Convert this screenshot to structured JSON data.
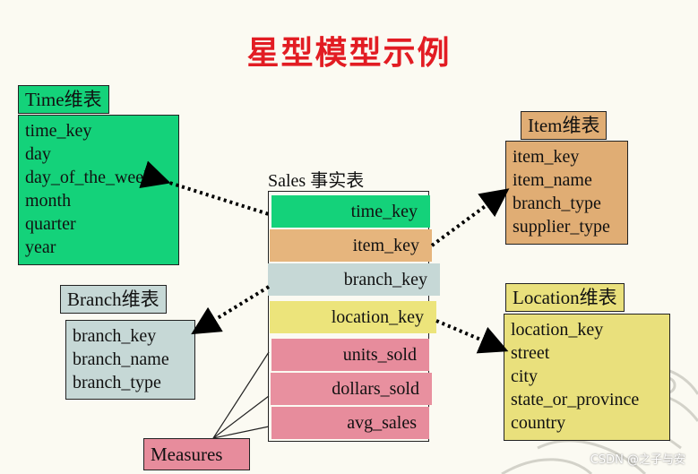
{
  "title": "星型模型示例",
  "time_table": {
    "label": "Time维表",
    "fields": [
      "time_key",
      "day",
      "day_of_the_week",
      "month",
      "quarter",
      "year"
    ]
  },
  "item_table": {
    "label": "Item维表",
    "fields": [
      "item_key",
      "item_name",
      "branch_type",
      "supplier_type"
    ]
  },
  "branch_table": {
    "label": "Branch维表",
    "fields": [
      "branch_key",
      "branch_name",
      "branch_type"
    ]
  },
  "location_table": {
    "label": "Location维表",
    "fields": [
      "location_key",
      "street",
      "city",
      "state_or_province",
      "country"
    ]
  },
  "fact_table": {
    "caption": "Sales 事实表",
    "rows": [
      "time_key",
      "item_key",
      "branch_key",
      "location_key",
      "units_sold",
      "dollars_sold",
      "avg_sales"
    ]
  },
  "measures_label": "Measures",
  "watermark": "CSDN @之子与安",
  "colors": {
    "title": "#e21c23",
    "time_table": "#14d27a",
    "item_table": "#e0ad74",
    "branch_table": "#c6d8d6",
    "location_table": "#e9e07c",
    "measures": "#e78c9c"
  }
}
